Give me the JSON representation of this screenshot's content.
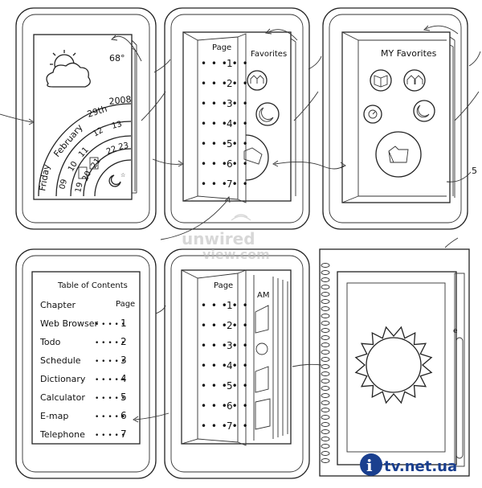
{
  "colors": {
    "ink": "#222222",
    "paper": "#ffffff",
    "watermark_gray": "#b8b8b8",
    "logo_blue": "#1a3f8f"
  },
  "calendar": {
    "temperature": "68°",
    "day": "Friday",
    "month": "February",
    "date": "29th",
    "year": "2008",
    "outer_numbers": [
      "12",
      "13"
    ],
    "mid_numbers": [
      "09",
      "10",
      "11",
      "22",
      "23"
    ],
    "inner_numbers": [
      "19",
      "20",
      "21"
    ],
    "icons": [
      "sun-cloud-icon",
      "moon-star-icon"
    ]
  },
  "book_index": {
    "page_label": "Page",
    "pages": [
      "1",
      "2",
      "3",
      "4",
      "5",
      "6",
      "7"
    ]
  },
  "favorites_panel": {
    "title": "Favorites",
    "icons": [
      "house-icon",
      "moon-icon",
      "folder-icon"
    ]
  },
  "my_favorites": {
    "title": "MY Favorites",
    "icons": [
      "book-icon",
      "house-icon",
      "clock-icon",
      "moon-icon",
      "folder-icon"
    ],
    "reference": "5"
  },
  "toc": {
    "title": "Table of Contents",
    "header_left": "Chapter",
    "header_right": "Page",
    "rows": [
      {
        "chapter": "Web Browser",
        "page": "1"
      },
      {
        "chapter": "Todo",
        "page": "2"
      },
      {
        "chapter": "Schedule",
        "page": "3"
      },
      {
        "chapter": "Dictionary",
        "page": "4"
      },
      {
        "chapter": "Calculator",
        "page": "5"
      },
      {
        "chapter": "E-map",
        "page": "6"
      },
      {
        "chapter": "Telephone",
        "page": "7"
      }
    ]
  },
  "book_am": {
    "page_label": "Page",
    "pages": [
      "1",
      "2",
      "3",
      "4",
      "5",
      "6",
      "7"
    ],
    "overlay_label": "AM"
  },
  "notebook": {
    "icon": "sun-icon"
  },
  "watermarks": {
    "top": "unwired",
    "bottom": "view.com",
    "logo": "tv.net.ua"
  }
}
